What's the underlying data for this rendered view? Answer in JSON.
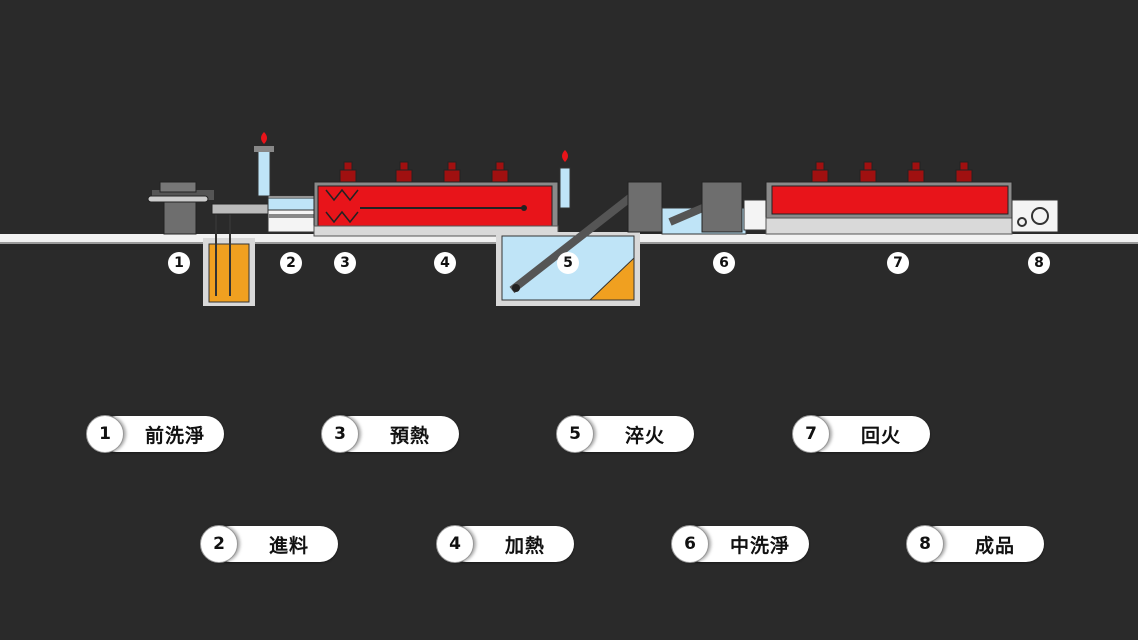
{
  "station_numbers": [
    "1",
    "2",
    "3",
    "4",
    "5",
    "6",
    "7",
    "8"
  ],
  "legend": [
    {
      "num": "1",
      "label": "前洗淨"
    },
    {
      "num": "3",
      "label": "預熱"
    },
    {
      "num": "5",
      "label": "淬火"
    },
    {
      "num": "7",
      "label": "回火"
    },
    {
      "num": "2",
      "label": "進料"
    },
    {
      "num": "4",
      "label": "加熱"
    },
    {
      "num": "6",
      "label": "中洗淨"
    },
    {
      "num": "8",
      "label": "成品"
    }
  ],
  "colors": {
    "background": "#2a2a2a",
    "furnace_red": "#e8141a",
    "water_blue": "#bfe4f7",
    "oil_orange": "#f0a020",
    "machine_gray": "#6e6e6e",
    "floor": "#f2f2f2"
  }
}
